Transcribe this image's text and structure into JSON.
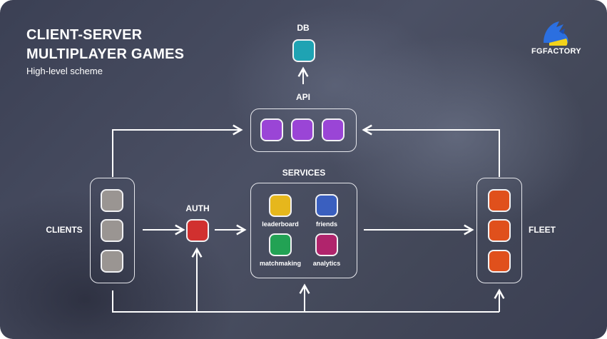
{
  "header": {
    "title_line1": "CLIENT-SERVER",
    "title_line2": "MULTIPLAYER GAMES",
    "subtitle": "High-level scheme"
  },
  "brand": {
    "name": "FGFACTORY"
  },
  "nodes": {
    "db": "DB",
    "api": "API",
    "services": "SERVICES",
    "auth": "AUTH",
    "clients": "CLIENTS",
    "fleet": "FLEET"
  },
  "services": {
    "leaderboard": "leaderboard",
    "friends": "friends",
    "matchmaking": "matchmaking",
    "analytics": "analytics"
  },
  "colors": {
    "db": "#1fa3b3",
    "api": "#9a45d6",
    "auth": "#d1302f",
    "client": "#9a9592",
    "fleet": "#e0501c",
    "leaderboard": "#e6b71c",
    "friends": "#3a5fbf",
    "matchmaking": "#22a254",
    "analytics": "#b0246c"
  }
}
